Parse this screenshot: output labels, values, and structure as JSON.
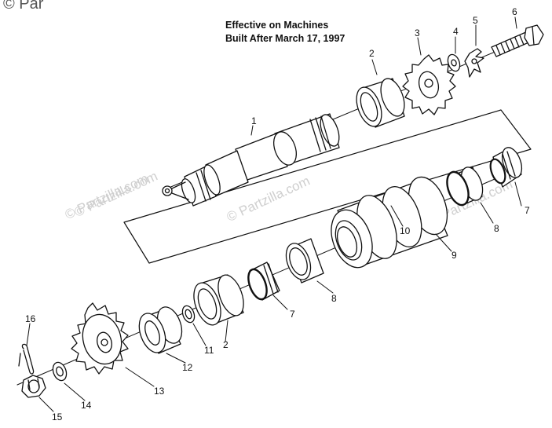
{
  "watermarks": {
    "corner": "© Par",
    "repeated": "© Partzilla.com"
  },
  "note": {
    "line1": "Effective on Machines",
    "line2": "Built After March 17, 1997"
  },
  "callouts": [
    "1",
    "2",
    "3",
    "4",
    "5",
    "6",
    "7",
    "8",
    "9",
    "10",
    "2",
    "7",
    "8",
    "11",
    "12",
    "13",
    "14",
    "15",
    "16"
  ],
  "parts": [
    {
      "ref": "1",
      "name": "shaft"
    },
    {
      "ref": "2",
      "name": "bearing"
    },
    {
      "ref": "3",
      "name": "sprocket"
    },
    {
      "ref": "4",
      "name": "washer"
    },
    {
      "ref": "5",
      "name": "lock tab"
    },
    {
      "ref": "6",
      "name": "bolt"
    },
    {
      "ref": "7",
      "name": "tapered roller bearing"
    },
    {
      "ref": "8",
      "name": "bearing cup"
    },
    {
      "ref": "9",
      "name": "housing"
    },
    {
      "ref": "10",
      "name": "gear"
    },
    {
      "ref": "11",
      "name": "spacer washer"
    },
    {
      "ref": "12",
      "name": "spacer"
    },
    {
      "ref": "13",
      "name": "drive sprocket"
    },
    {
      "ref": "14",
      "name": "washer"
    },
    {
      "ref": "15",
      "name": "castle nut"
    },
    {
      "ref": "16",
      "name": "cotter pin"
    }
  ]
}
